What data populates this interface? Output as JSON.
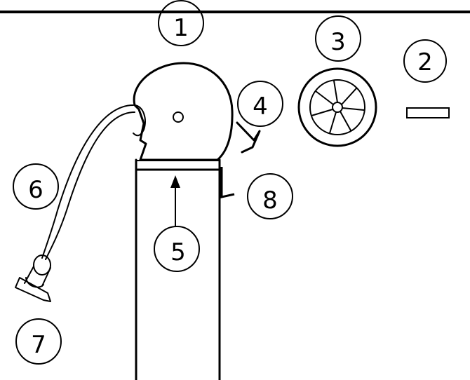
{
  "diagram": {
    "colors": {
      "line": "#000000",
      "background": "#ffffff"
    },
    "callouts": [
      {
        "id": "1",
        "label": "1"
      },
      {
        "id": "2",
        "label": "2"
      },
      {
        "id": "3",
        "label": "3"
      },
      {
        "id": "4",
        "label": "4"
      },
      {
        "id": "5",
        "label": "5"
      },
      {
        "id": "6",
        "label": "6"
      },
      {
        "id": "7",
        "label": "7"
      },
      {
        "id": "8",
        "label": "8"
      }
    ],
    "parts": {
      "top_line": "top-cable-line",
      "head": "sheave-head",
      "pulley": "pulley-wheel",
      "bar": "small-bar",
      "mast": "mast-column",
      "rope": "rope-with-shackle"
    }
  }
}
